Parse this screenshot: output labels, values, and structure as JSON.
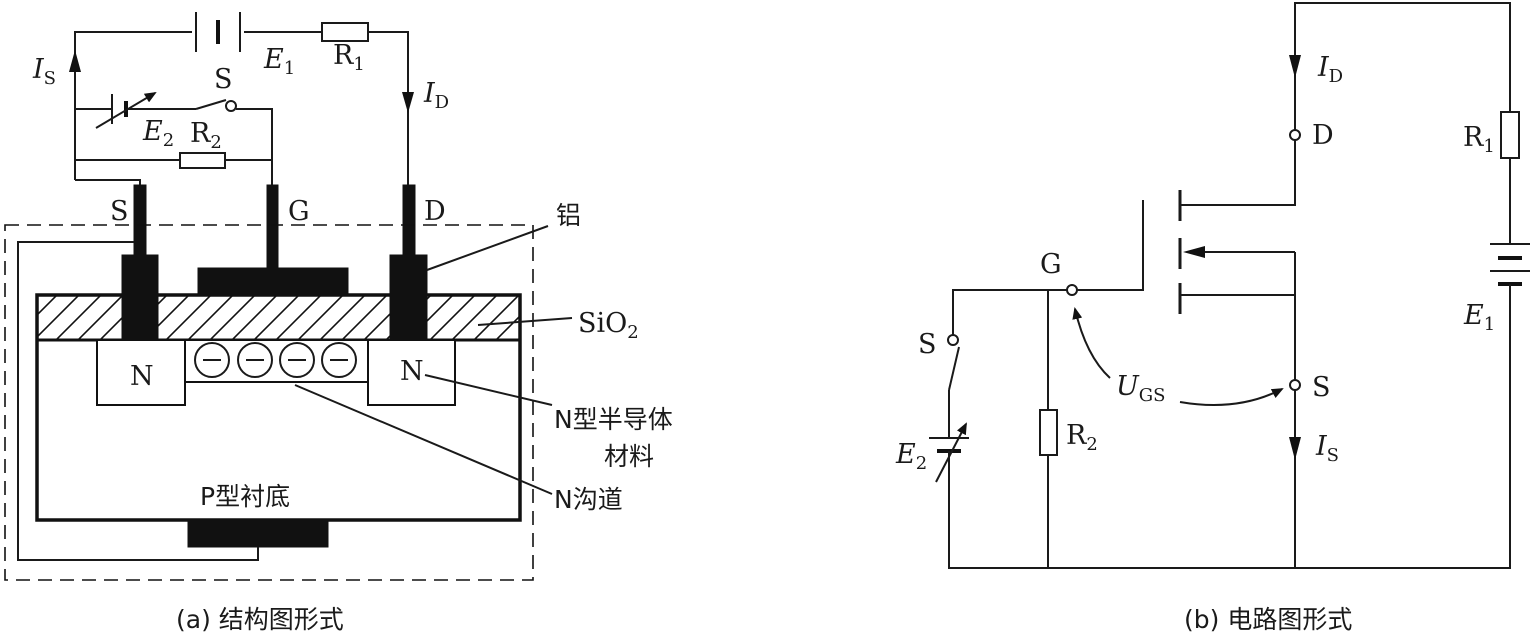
{
  "structure_view": {
    "labels": {
      "source_current": {
        "main": "I",
        "sub": "S"
      },
      "battery_e1": {
        "main": "E",
        "sub": "1"
      },
      "resistor_r1": {
        "main": "R",
        "sub": "1"
      },
      "drain_current": {
        "main": "I",
        "sub": "D"
      },
      "switch": "S",
      "battery_e2": {
        "main": "E",
        "sub": "2"
      },
      "resistor_r2": {
        "main": "R",
        "sub": "2"
      },
      "source_terminal": "S",
      "gate_terminal": "G",
      "drain_terminal": "D",
      "aluminum": "铝",
      "oxide": {
        "main": "SiO",
        "sub": "2"
      },
      "n_region_left": "N",
      "n_region_right": "N",
      "n_material_line1": "N型半导体",
      "n_material_line2": "材料",
      "substrate": "P型衬底",
      "n_channel": "N沟道"
    },
    "caption": "(a) 结构图形式"
  },
  "circuit_view": {
    "labels": {
      "drain_current": {
        "main": "I",
        "sub": "D"
      },
      "drain_terminal": "D",
      "resistor_r1": {
        "main": "R",
        "sub": "1"
      },
      "battery_e1": {
        "main": "E",
        "sub": "1"
      },
      "gate_terminal": "G",
      "switch": "S",
      "battery_e2": {
        "main": "E",
        "sub": "2"
      },
      "resistor_r2": {
        "main": "R",
        "sub": "2"
      },
      "gate_source_voltage": {
        "main": "U",
        "sub": "GS"
      },
      "source_terminal": "S",
      "source_current": {
        "main": "I",
        "sub": "S"
      }
    },
    "caption": "(b) 电路图形式"
  }
}
